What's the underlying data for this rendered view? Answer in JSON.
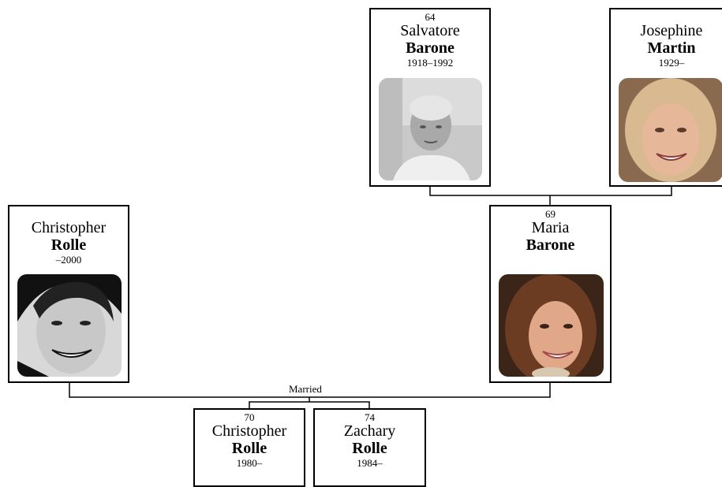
{
  "people": {
    "salvatore": {
      "number": "64",
      "given": "Salvatore",
      "surname": "Barone",
      "dates": "1918–1992"
    },
    "josephine": {
      "number": "",
      "given": "Josephine",
      "surname": "Martin",
      "dates": "1929–"
    },
    "christopher_sr": {
      "number": "",
      "given": "Christopher",
      "surname": "Rolle",
      "dates": "–2000"
    },
    "maria": {
      "number": "69",
      "given": "Maria",
      "surname": "Barone",
      "dates": ""
    },
    "christopher_jr": {
      "number": "70",
      "given": "Christopher",
      "surname": "Rolle",
      "dates": "1980–"
    },
    "zachary": {
      "number": "74",
      "given": "Zachary",
      "surname": "Rolle",
      "dates": "1984–"
    }
  },
  "relationship_label": "Married"
}
